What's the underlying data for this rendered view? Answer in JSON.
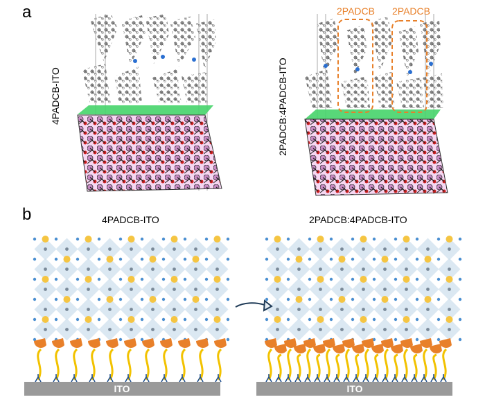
{
  "panels": {
    "a": {
      "label": "a",
      "left_label": "4PADCB-ITO",
      "right_label": "2PADCB:4PADCB-ITO",
      "tags": [
        "2PADCB",
        "2PADCB"
      ]
    },
    "b": {
      "label": "b",
      "left_title": "4PADCB-ITO",
      "right_title": "2PADCB:4PADCB-ITO",
      "substrate_left": "ITO",
      "substrate_right": "ITO"
    }
  },
  "colors": {
    "orange": "#e8802a",
    "green": "#46d46a",
    "pink": "#c98ac4",
    "red": "#cc1f1f",
    "yellow": "#f5c542",
    "blue_dot": "#4b8fd1",
    "gray_bar": "#9a9a9a",
    "octahedron": "#cfe0ee"
  }
}
